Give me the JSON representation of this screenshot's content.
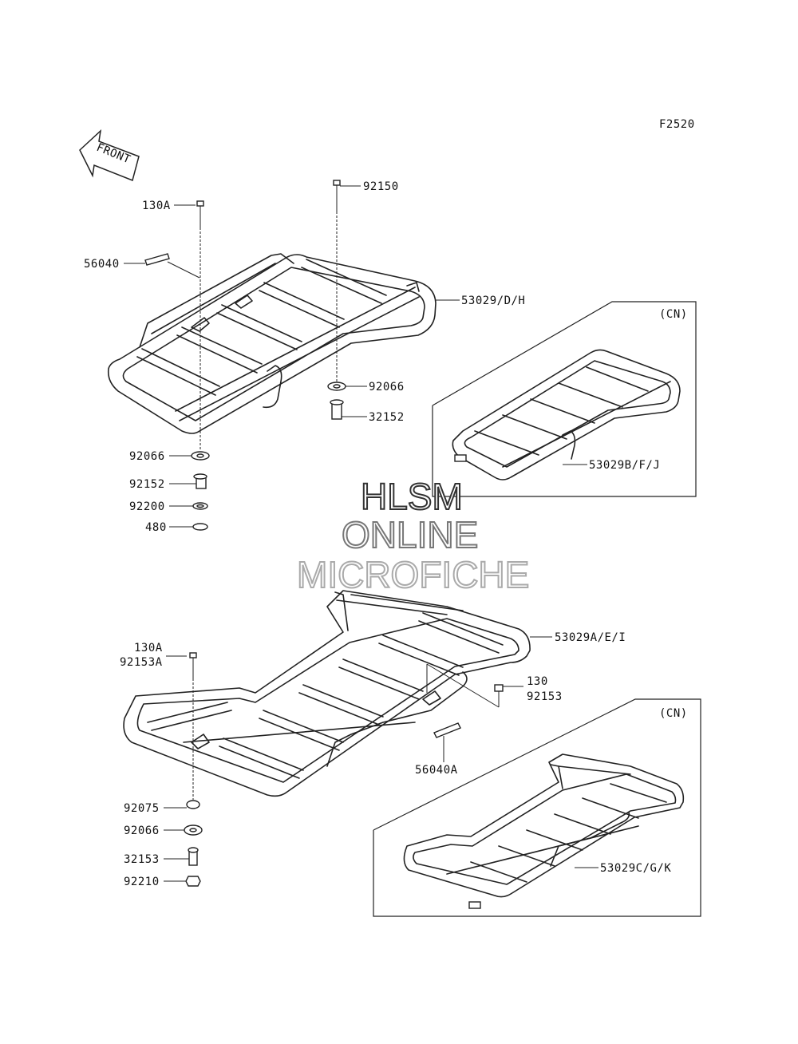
{
  "figure_code": "F2520",
  "front_arrow_label": "FRONT",
  "cn_tag": "(CN)",
  "watermark": {
    "line1": "HLSM",
    "line2": "ONLINE",
    "line3": "MICROFICHE"
  },
  "colors": {
    "line": "#222222",
    "watermark1": "#333333",
    "watermark2": "#777777",
    "watermark3": "#aaaaaa"
  },
  "callouts": {
    "top_bolt": "130A",
    "top_label": "56040",
    "top_bolt2": "92150",
    "top_carrier": "53029/D/H",
    "top_grommet_r": "92066",
    "top_collar_r": "32152",
    "top_grommet_l": "92066",
    "top_collar_l": "92152",
    "top_washer": "92200",
    "top_ring": "480",
    "top_cn_carrier": "53029B/F/J",
    "bot_bolt": "130A",
    "bot_bolt_b": "92153A",
    "bot_carrier": "53029A/E/I",
    "bot_bolt2": "130",
    "bot_bolt2_b": "92153",
    "bot_label": "56040A",
    "bot_damper": "92075",
    "bot_grommet": "92066",
    "bot_collar": "32153",
    "bot_nut": "92210",
    "bot_cn_carrier": "53029C/G/K"
  }
}
